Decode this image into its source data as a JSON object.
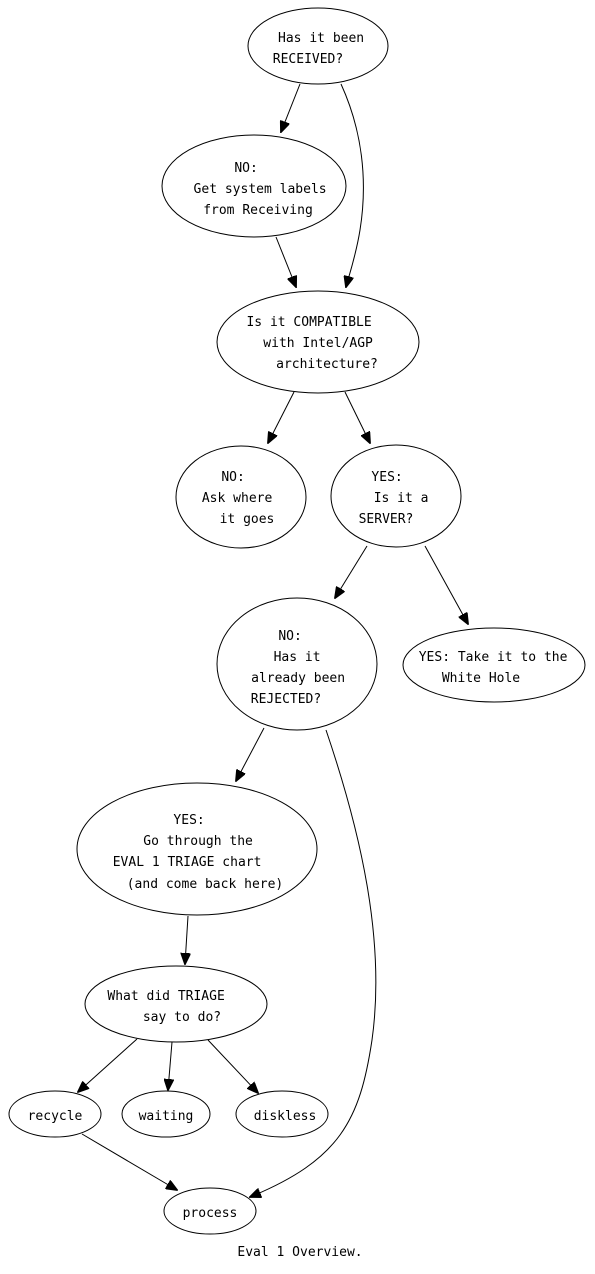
{
  "caption": "Eval 1 Overview.",
  "nodes": {
    "received": {
      "lines": [
        "Has it been",
        "RECEIVED?"
      ]
    },
    "get_labels": {
      "lines": [
        "NO:",
        "Get system labels",
        "from Receiving"
      ]
    },
    "compatible": {
      "lines": [
        "Is it COMPATIBLE",
        "with Intel/AGP",
        "architecture?"
      ]
    },
    "ask_where": {
      "lines": [
        "NO:",
        "Ask where",
        "it goes"
      ]
    },
    "server": {
      "lines": [
        "YES:",
        "Is it a",
        "SERVER?"
      ]
    },
    "rejected": {
      "lines": [
        "NO:",
        "Has it",
        "already been",
        "REJECTED?"
      ]
    },
    "white_hole": {
      "lines": [
        "YES: Take it to the",
        "White Hole"
      ]
    },
    "triage_chart": {
      "lines": [
        "YES:",
        "Go through the",
        "EVAL 1 TRIAGE chart",
        "(and come back here)"
      ]
    },
    "triage_say": {
      "lines": [
        "What did TRIAGE",
        "say to do?"
      ]
    },
    "recycle": {
      "lines": [
        "recycle"
      ]
    },
    "waiting": {
      "lines": [
        "waiting"
      ]
    },
    "diskless": {
      "lines": [
        "diskless"
      ]
    },
    "process": {
      "lines": [
        "process"
      ]
    }
  },
  "edges": [
    {
      "from": "received",
      "to": "get_labels"
    },
    {
      "from": "received",
      "to": "compatible"
    },
    {
      "from": "get_labels",
      "to": "compatible"
    },
    {
      "from": "compatible",
      "to": "ask_where"
    },
    {
      "from": "compatible",
      "to": "server"
    },
    {
      "from": "server",
      "to": "rejected"
    },
    {
      "from": "server",
      "to": "white_hole"
    },
    {
      "from": "rejected",
      "to": "triage_chart"
    },
    {
      "from": "rejected",
      "to": "process"
    },
    {
      "from": "triage_chart",
      "to": "triage_say"
    },
    {
      "from": "triage_say",
      "to": "recycle"
    },
    {
      "from": "triage_say",
      "to": "waiting"
    },
    {
      "from": "triage_say",
      "to": "diskless"
    },
    {
      "from": "recycle",
      "to": "process"
    }
  ]
}
